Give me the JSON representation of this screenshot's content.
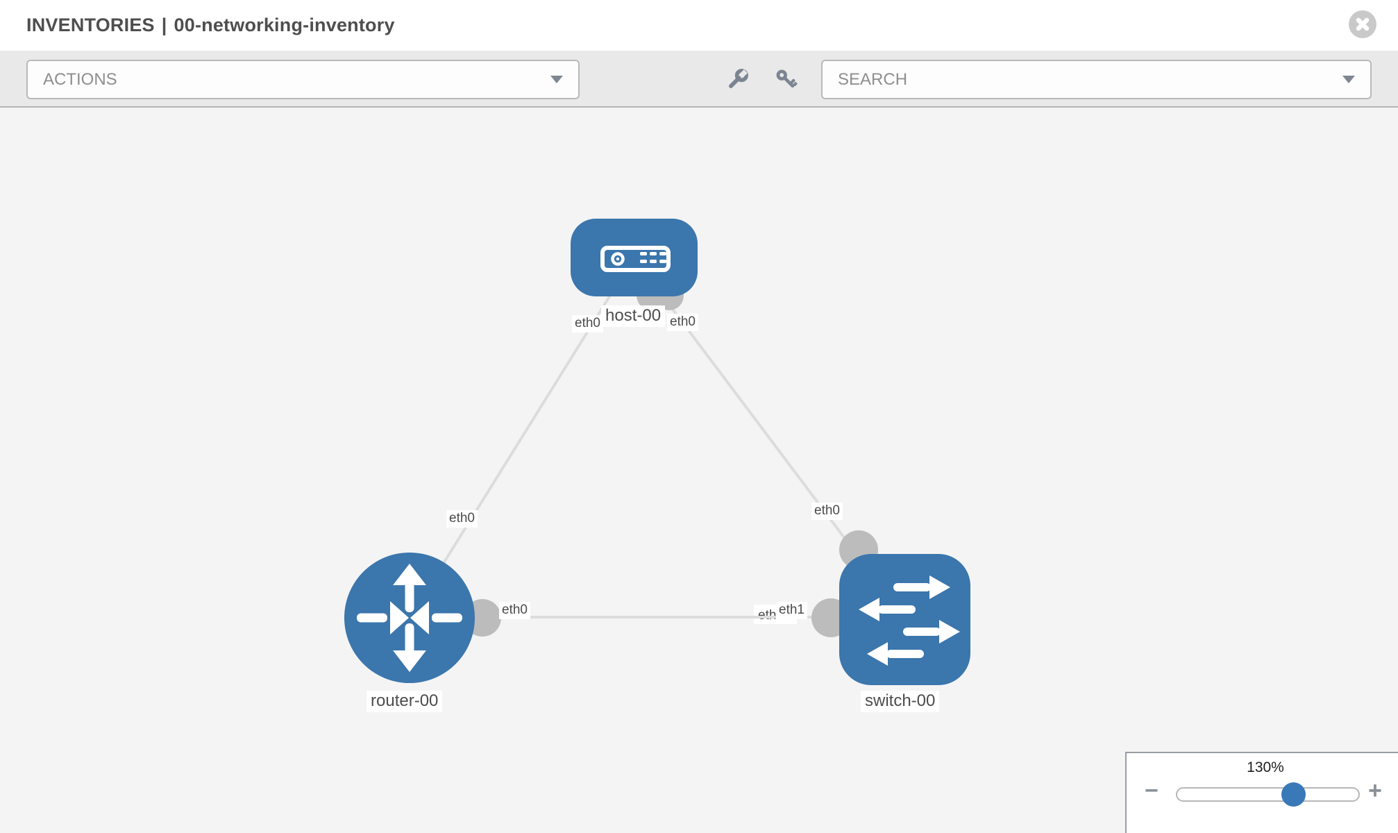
{
  "header": {
    "section": "INVENTORIES",
    "separator": "|",
    "inventory_name": "00-networking-inventory"
  },
  "toolbar": {
    "actions_placeholder": "ACTIONS",
    "search_placeholder": "SEARCH"
  },
  "diagram": {
    "nodes": [
      {
        "id": "host-00",
        "type": "host",
        "label": "host-00"
      },
      {
        "id": "router-00",
        "type": "router",
        "label": "router-00"
      },
      {
        "id": "switch-00",
        "type": "switch",
        "label": "switch-00"
      }
    ],
    "links": [
      {
        "from": "host-00",
        "to": "router-00",
        "from_interface": "eth0",
        "to_interface": "eth0"
      },
      {
        "from": "host-00",
        "to": "switch-00",
        "from_interface": "eth0",
        "to_interface": "eth0"
      },
      {
        "from": "router-00",
        "to": "switch-00",
        "from_interface": "eth0",
        "to_interface_under": "eth0",
        "to_interface_over": "eth1"
      }
    ]
  },
  "zoom_control": {
    "level": "130%",
    "minus_label": "−",
    "plus_label": "+"
  },
  "colors": {
    "node_blue": "#3b76ad",
    "slider_thumb_blue": "#3a79b8",
    "link_gray": "#dcdcdc",
    "port_gray": "#bcbcbc",
    "canvas_bg": "#f4f4f4",
    "toolbar_bg": "#e9e9e9"
  }
}
